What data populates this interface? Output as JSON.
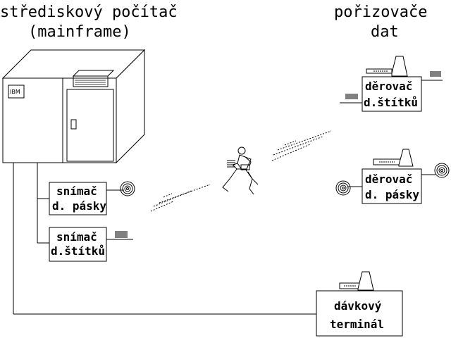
{
  "titles": {
    "mainframe_line1": "střediskový počítač",
    "mainframe_line2": "(mainframe)",
    "entry_line1": "pořizovače",
    "entry_line2": "dat"
  },
  "mainframe": {
    "logo": "IBM"
  },
  "boxes": {
    "tape_reader": {
      "line1": "snímač",
      "line2": "d. pásky"
    },
    "card_reader": {
      "line1": "snímač",
      "line2": "d.štítků"
    },
    "card_punch": {
      "line1": "děrovač",
      "line2": "d.štítků"
    },
    "tape_punch": {
      "line1": "děrovač",
      "line2": "d. pásky"
    },
    "batch_terminal": {
      "line1": "dávkový",
      "line2": "terminál"
    }
  },
  "icons": [
    "tape-reel-icon",
    "card-stack-icon",
    "keyboard-icon",
    "courier-person-icon"
  ]
}
